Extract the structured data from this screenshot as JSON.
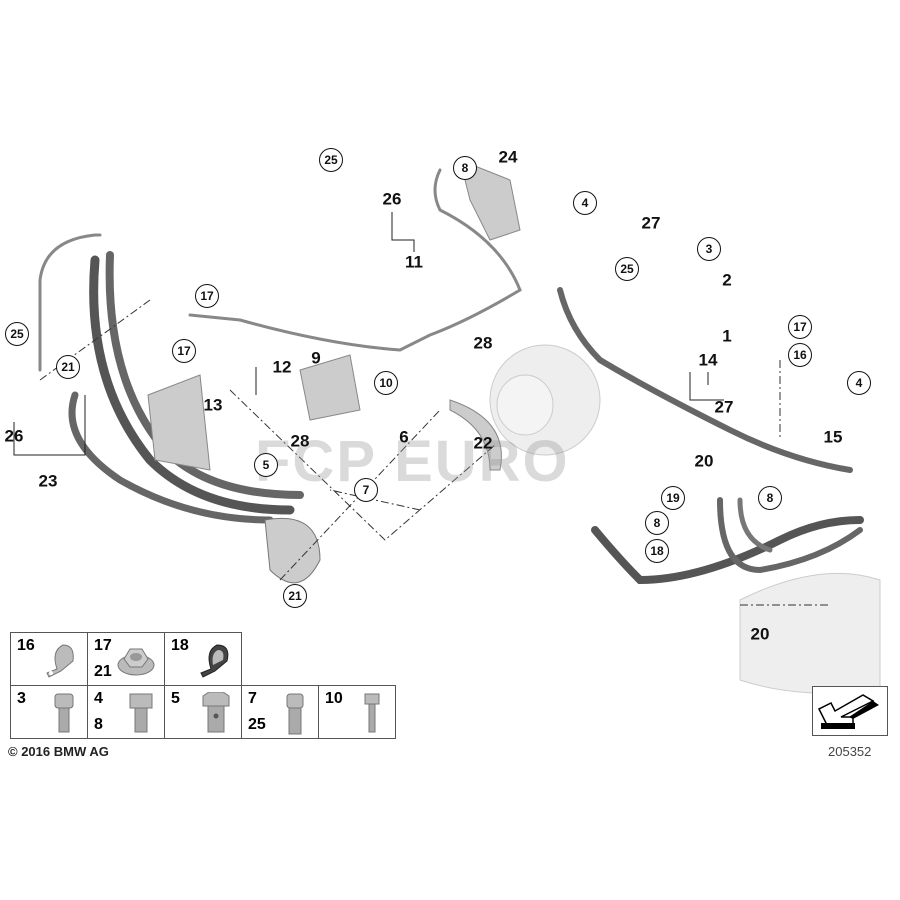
{
  "callouts": [
    "25",
    "8",
    "24",
    "26",
    "4",
    "27",
    "11",
    "25",
    "3",
    "2",
    "1",
    "17",
    "25",
    "17",
    "16",
    "4",
    "28",
    "17",
    "12",
    "9",
    "10",
    "14",
    "21",
    "13",
    "27",
    "15",
    "6",
    "22",
    "26",
    "28",
    "5",
    "7",
    "23",
    "20",
    "19",
    "8",
    "8",
    "18",
    "21",
    "20"
  ],
  "watermark": "FCP EURO",
  "parts_table": {
    "row1": [
      {
        "nums": [
          "16"
        ],
        "icon": "hose-clamp-icon"
      },
      {
        "nums": [
          "17",
          "21"
        ],
        "icon": "flange-nut-icon"
      },
      {
        "nums": [
          "18"
        ],
        "icon": "rubber-lined-clamp-icon"
      }
    ],
    "row2": [
      {
        "nums": [
          "3"
        ],
        "icon": "socket-bolt-icon"
      },
      {
        "nums": [
          "4",
          "8"
        ],
        "icon": "hex-bolt-icon"
      },
      {
        "nums": [
          "5"
        ],
        "icon": "banjo-bolt-icon"
      },
      {
        "nums": [
          "7",
          "25"
        ],
        "icon": "socket-bolt-icon"
      },
      {
        "nums": [
          "10"
        ],
        "icon": "hex-bolt-icon"
      }
    ]
  },
  "copyright": "© 2016 BMW AG",
  "figure_id": "205352"
}
